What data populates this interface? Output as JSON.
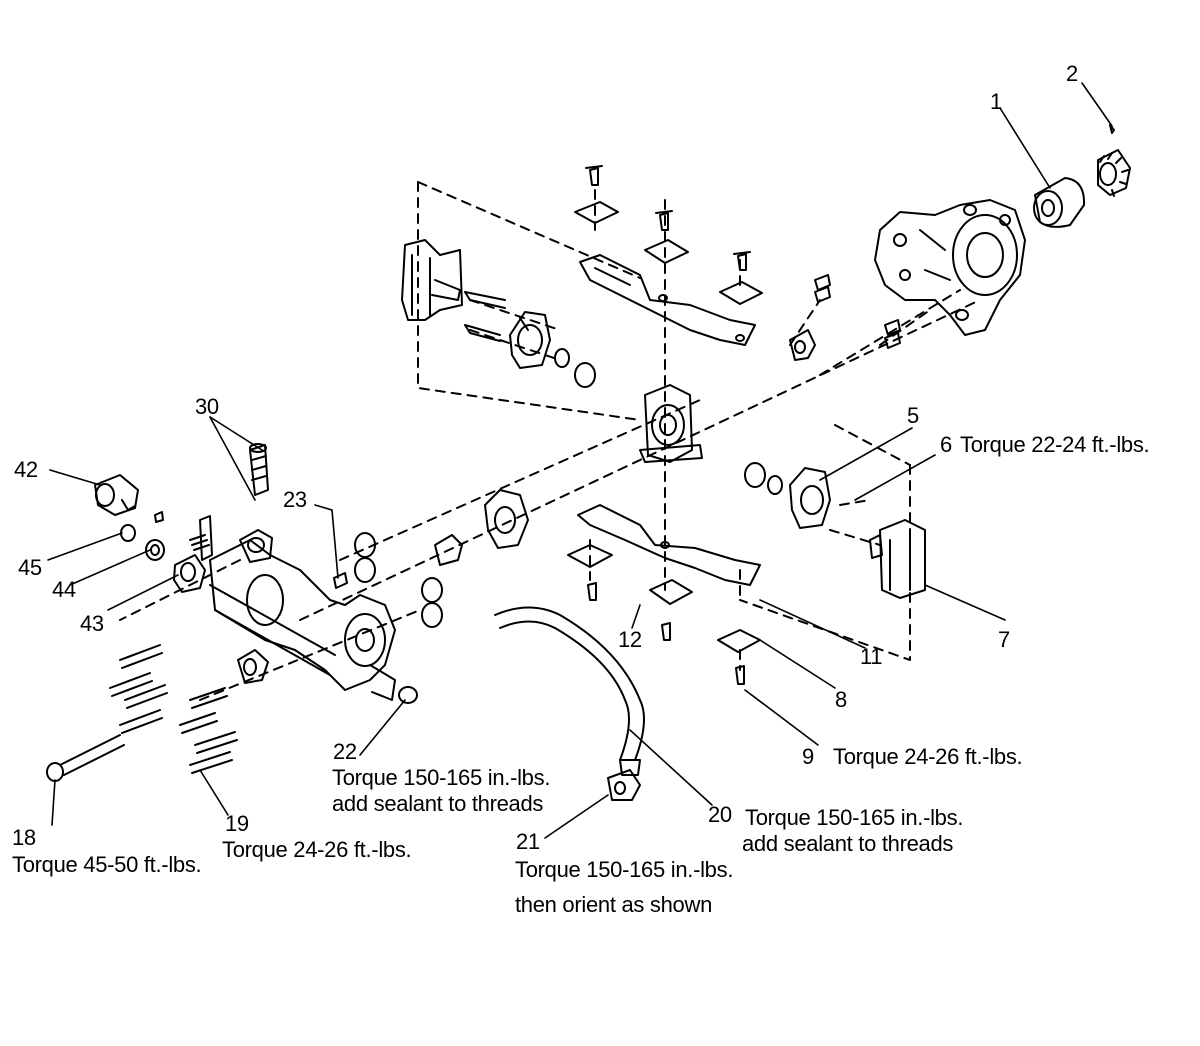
{
  "callouts": {
    "c1": "1",
    "c2": "2",
    "c5": "5",
    "c6": "6",
    "c7": "7",
    "c8": "8",
    "c9": "9",
    "c11": "11",
    "c12": "12",
    "c18": "18",
    "c19": "19",
    "c20": "20",
    "c21": "21",
    "c22": "22",
    "c23": "23",
    "c30": "30",
    "c42": "42",
    "c43": "43",
    "c44": "44",
    "c45": "45"
  },
  "notes": {
    "n6": "Torque 22-24 ft.-lbs.",
    "n9": "Torque 24-26 ft.-lbs.",
    "n18": "Torque 45-50 ft.-lbs.",
    "n19": "Torque 24-26 ft.-lbs.",
    "n20a": "Torque 150-165 in.-lbs.",
    "n20b": "add sealant to threads",
    "n21a": "Torque 150-165 in.-lbs.",
    "n21b": "then orient as shown",
    "n22a": "Torque 150-165 in.-lbs.",
    "n22b": "add sealant to threads"
  }
}
